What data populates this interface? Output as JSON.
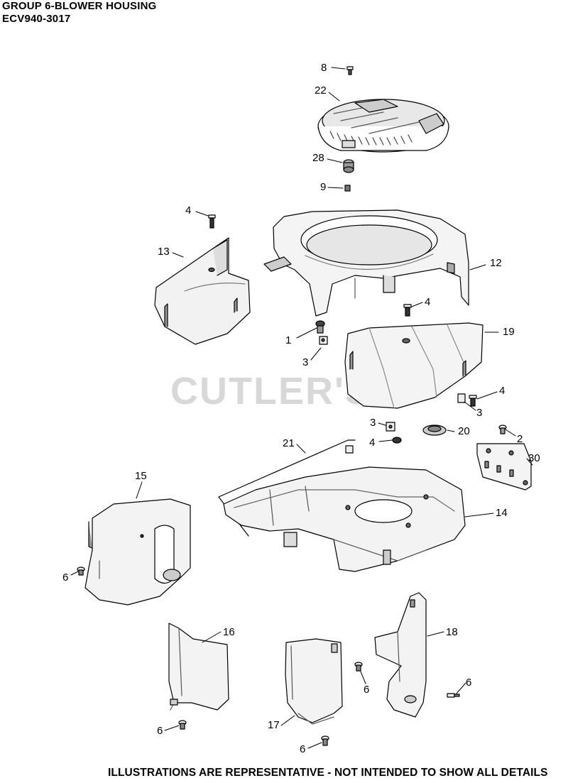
{
  "header": {
    "title": "GROUP 6-BLOWER HOUSING",
    "model": "ECV940-3017"
  },
  "watermark": "CUTLER'S",
  "footer": "ILLUSTRATIONS ARE REPRESENTATIVE - NOT INTENDED TO SHOW ALL DETAILS",
  "callouts": {
    "c8": "8",
    "c22": "22",
    "c28": "28",
    "c9": "9",
    "c4a": "4",
    "c13": "13",
    "c12": "12",
    "c4b": "4",
    "c1": "1",
    "c19": "19",
    "c3a": "3",
    "c4c": "4",
    "c3b": "3",
    "c3c": "3",
    "c20": "20",
    "c2": "2",
    "c4d": "4",
    "c21": "21",
    "c30": "30",
    "c15": "15",
    "c14": "14",
    "c6a": "6",
    "c16": "16",
    "c18": "18",
    "c6b": "6",
    "c6c": "6",
    "c17": "17",
    "c6d": "6",
    "c6e": "6"
  }
}
